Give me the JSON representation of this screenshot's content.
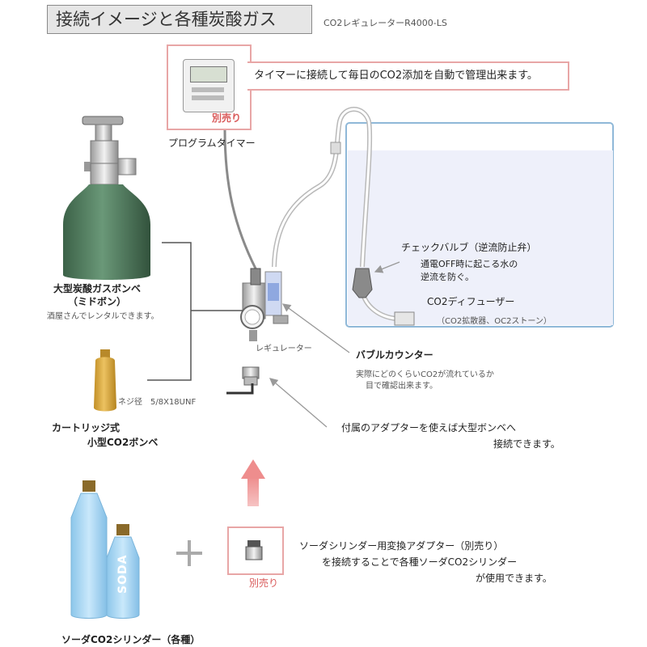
{
  "header": {
    "title": "接続イメージと各種炭酸ガス",
    "model": "CO2レギュレーターR4000-LS"
  },
  "timer": {
    "description": "タイマーに接続して毎日のCO2添加を自動で管理出来ます。",
    "sold_separately": "別売り",
    "label": "プログラムタイマー"
  },
  "cylinder_large": {
    "label_line1": "大型炭酸ガスボンベ",
    "label_line2": "（ミドボン）",
    "note": "酒屋さんでレンタルできます。"
  },
  "cartridge": {
    "thread_label": "ネジ径　5/8X18UNF",
    "label_line1": "カートリッジ式",
    "label_line2": "小型CO2ボンベ"
  },
  "regulator": {
    "label": "レギュレーター"
  },
  "check_valve": {
    "label": "チェックバルブ（逆流防止弁）",
    "note_line1": "通電OFF時に起こる水の",
    "note_line2": "逆流を防ぐ。"
  },
  "diffuser": {
    "label": "CO2ディフューザー",
    "note": "（CO2拡散器、OC2ストーン）"
  },
  "bubble_counter": {
    "label": "バブルカウンター",
    "note_line1": "実際にどのくらいCO2が流れているか",
    "note_line2": "目で確認出来ます。"
  },
  "adapter": {
    "note_line1": "付属のアダプターを使えば大型ボンベへ",
    "note_line2": "接続できます。"
  },
  "soda_adapter": {
    "note_line1": "ソーダシリンダー用変換アダプター（別売り）",
    "note_line2": "を接続することで各種ソーダCO2シリンダー",
    "note_line3": "が使用できます。",
    "sold_separately": "別売り"
  },
  "soda": {
    "bottle_text": "SODA",
    "label": "ソーダCO2シリンダー（各種）",
    "plus": "＋"
  },
  "colors": {
    "accent_red": "#e8a6a6",
    "tank_green": "#4f7a5c",
    "tank_blue": "#a9d6f2",
    "cartridge_gold": "#d9a93a"
  }
}
